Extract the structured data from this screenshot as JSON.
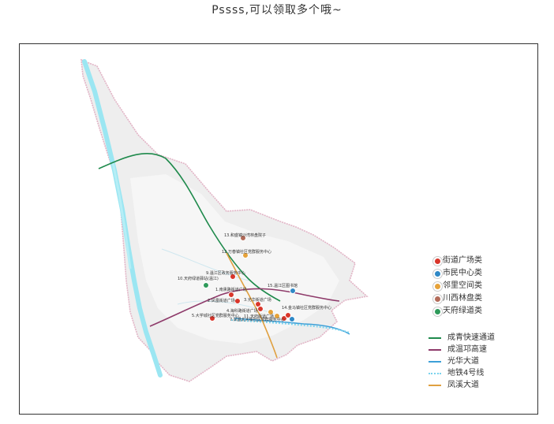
{
  "caption": "Pssss,可以领取多个哦~",
  "colors": {
    "red": "#d9362b",
    "blue": "#2f88c6",
    "orange": "#e6a23a",
    "brown": "#b36c5a",
    "green": "#2e9a5a",
    "expressway_green": "#1f8a4c",
    "ring_purple": "#8e3a6a",
    "guanghua_blue": "#3da0d8",
    "metro": "#7ad3ee",
    "fengxi": "#e0a040",
    "river": "#9be6f2"
  },
  "legend": {
    "categories": [
      {
        "label": "街道广场类",
        "color": "#d9362b"
      },
      {
        "label": "市民中心类",
        "color": "#2f88c6"
      },
      {
        "label": "邻里空间类",
        "color": "#e6a23a"
      },
      {
        "label": "川西林盘类",
        "color": "#b36c5a"
      },
      {
        "label": "天府绿道类",
        "color": "#2e9a5a"
      }
    ],
    "routes": [
      {
        "label": "成青快速通道",
        "color": "#1f8a4c",
        "style": "solid"
      },
      {
        "label": "成温邛高速",
        "color": "#8e3a6a",
        "style": "solid"
      },
      {
        "label": "光华大道",
        "color": "#3da0d8",
        "style": "solid"
      },
      {
        "label": "地铁4号线",
        "color": "#7ad3ee",
        "style": "dotted"
      },
      {
        "label": "凤溪大道",
        "color": "#e0a040",
        "style": "solid"
      }
    ]
  },
  "sites": [
    {
      "id": "site-13",
      "label": "13.和盛镇沙湾林盘院子",
      "category": "brown"
    },
    {
      "id": "site-12",
      "label": "12.万春镇社区党群服务中心",
      "category": "orange"
    },
    {
      "id": "site-9",
      "label": "9.温江区政务服务中心",
      "category": "red"
    },
    {
      "id": "site-10",
      "label": "10.天府绿道驿站(温江)",
      "category": "green"
    },
    {
      "id": "site-15",
      "label": "15.温江区图书馆",
      "category": "blue"
    },
    {
      "id": "site-1",
      "label": "1.南熏路街道广场",
      "category": "red"
    },
    {
      "id": "site-2",
      "label": "2.凤凰街道广场",
      "category": "red"
    },
    {
      "id": "site-3",
      "label": "3.光华街道广场",
      "category": "red"
    },
    {
      "id": "site-4",
      "label": "4.海科路街道广场",
      "category": "red"
    },
    {
      "id": "site-5",
      "label": "5.大学城社区党群服务中心",
      "category": "red"
    },
    {
      "id": "site-6",
      "label": "6.光华公园",
      "category": "red"
    },
    {
      "id": "site-7",
      "label": "7.凤凰北大街社区党群服务中心",
      "category": "orange"
    },
    {
      "id": "site-8",
      "label": "8.永宁镇社区党群服务中心",
      "category": "red"
    },
    {
      "id": "site-11",
      "label": "11.天府街道广场",
      "category": "red"
    },
    {
      "id": "site-14",
      "label": "14.金马镇社区党群服务中心",
      "category": "red"
    }
  ]
}
